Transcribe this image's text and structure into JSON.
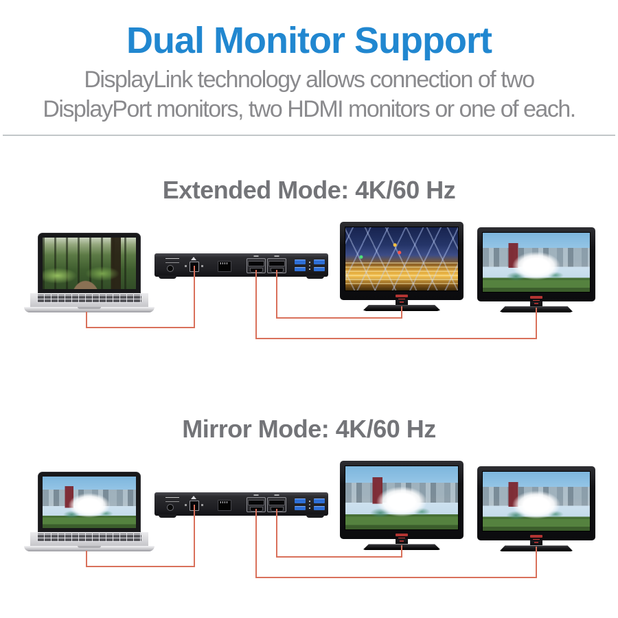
{
  "header": {
    "title": "Dual Monitor Support",
    "subtitle_line1": "DisplayLink technology allows connection of two",
    "subtitle_line2": "DisplayPort monitors, two HDMI monitors or one of each."
  },
  "sections": [
    {
      "heading": "Extended Mode: 4K/60 Hz",
      "laptop_screen": "forest",
      "monitor_left_screen": "citynight",
      "monitor_right_screen": "fountain"
    },
    {
      "heading": "Mirror Mode: 4K/60 Hz",
      "laptop_screen": "fountain",
      "monitor_left_screen": "fountain",
      "monitor_right_screen": "fountain"
    }
  ],
  "image_descriptions": {
    "forest": "forest trail photo",
    "citynight": "city night traffic light-trails photo",
    "fountain": "Buckingham Fountain with city skyline photo"
  },
  "colors": {
    "title_blue": "#2187d0",
    "subtitle_gray": "#8a8a8d",
    "heading_gray": "#737478",
    "cable_red": "#d9705a",
    "usb3_port_blue": "#2e6fd6",
    "monitor_logo_red": "#b23432"
  }
}
